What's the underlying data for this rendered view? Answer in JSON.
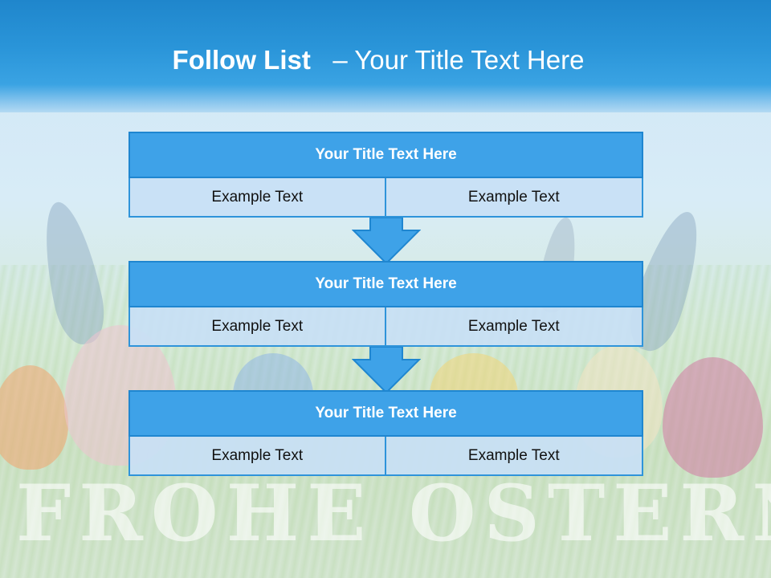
{
  "slide": {
    "title_bold": "Follow List",
    "title_rest": "– Your Title Text Here",
    "background_banner_text": "FROHE OSTERN"
  },
  "blocks": [
    {
      "title": "Your Title Text Here",
      "cells": [
        "Example Text",
        "Example Text"
      ]
    },
    {
      "title": "Your Title Text Here",
      "cells": [
        "Example Text",
        "Example Text"
      ]
    },
    {
      "title": "Your Title Text Here",
      "cells": [
        "Example Text",
        "Example Text"
      ]
    }
  ],
  "colors": {
    "header_blue": "#2a95d9",
    "block_title_fill": "#3ea2e8",
    "block_border": "#1f86d0",
    "cell_fill": "#c8e0f5",
    "arrow_fill": "#3ea2e8"
  }
}
